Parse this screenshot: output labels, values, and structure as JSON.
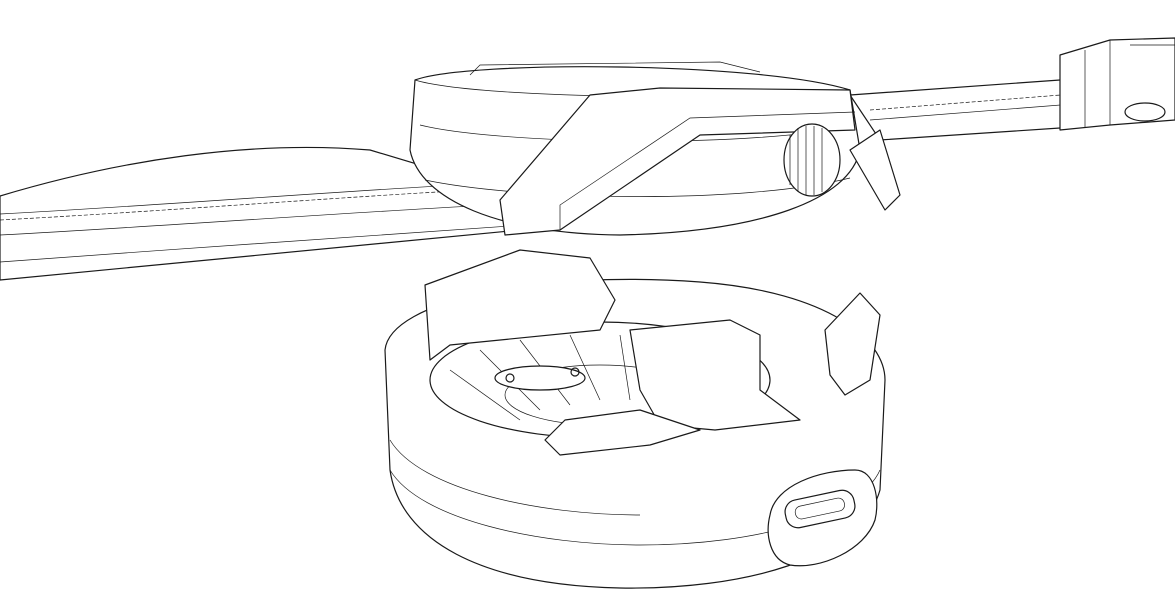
{
  "figure": {
    "kind": "line-drawing",
    "subjects": [
      "smartwatch",
      "charging-cradle"
    ],
    "colors": {
      "stroke": "#1a1a1a",
      "background": "#ffffff"
    }
  }
}
